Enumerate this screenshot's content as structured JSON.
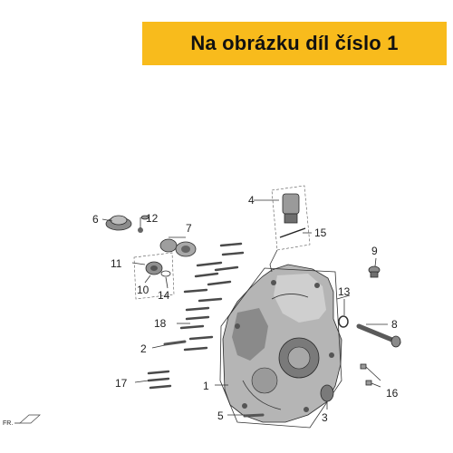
{
  "banner": {
    "text": "Na obrázku díl číslo 1",
    "color": "#F8BB1C"
  },
  "orientation_label": "FR.",
  "callouts": [
    "1",
    "2",
    "3",
    "4",
    "5",
    "6",
    "7",
    "8",
    "9",
    "10",
    "11",
    "12",
    "13",
    "14",
    "15",
    "16",
    "17",
    "18"
  ]
}
